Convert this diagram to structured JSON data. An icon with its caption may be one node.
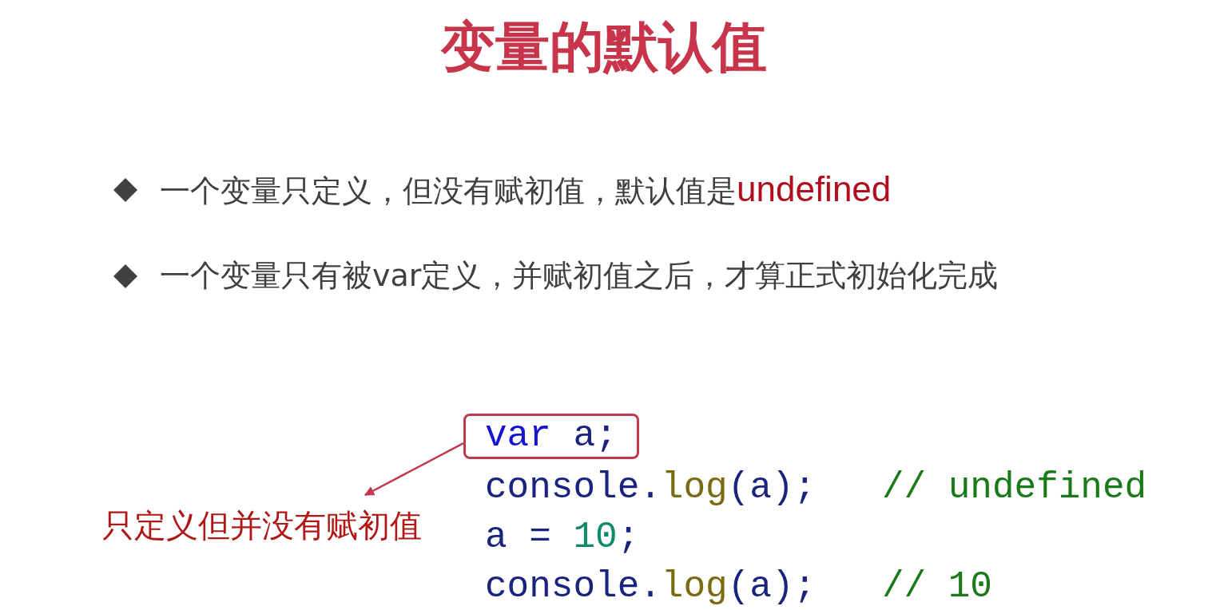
{
  "diagram": {
    "title": "变量的默认值",
    "nodes": [
      {
        "text": [
          "var a;"
        ]
      },
      {
        "text": [
          "只定义但并没有赋初值"
        ]
      }
    ],
    "edges": [
      {
        "from": 0,
        "to": 1,
        "arrow": "to",
        "color": "#c0394f"
      }
    ],
    "labels": [
      "一个变量只定义，但没有赋初值，默认值是",
      "undefined",
      "一个变量只有被var定义，并赋初值之后，才算正式初始化完成",
      "console.log(a);   // undefined",
      "a = 10;",
      "console.log(a);   // 10"
    ]
  }
}
